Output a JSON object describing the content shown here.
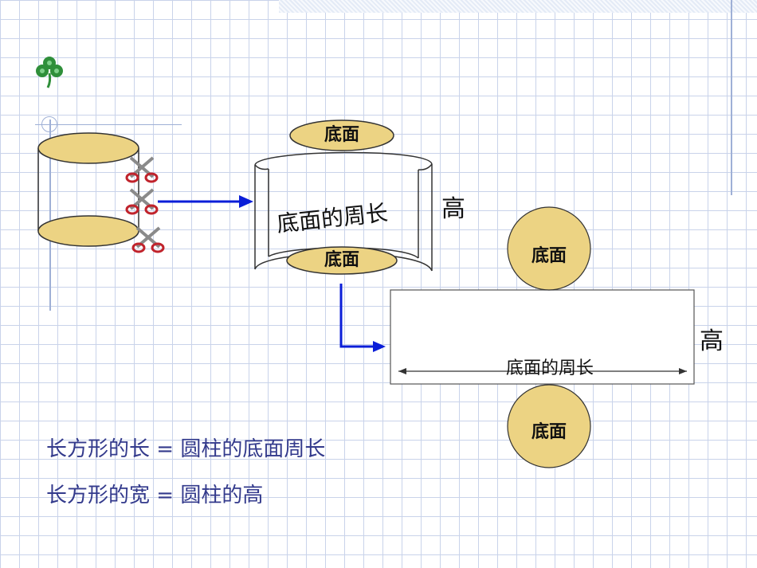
{
  "labels": {
    "top_base": "底面",
    "curved_base": "底面",
    "curved_perimeter": "底面的周长",
    "curved_height": "高",
    "rect_top_base": "底面",
    "rect_perimeter": "底面的周长",
    "rect_height": "高",
    "rect_bottom_base": "底面"
  },
  "formulas": {
    "length": "长方形的长 = 圆柱的底面周长",
    "width": "长方形的宽 = 圆柱的高"
  },
  "colors": {
    "disc_fill": "#ecd383",
    "arrow": "#0a1ed8",
    "formula_text": "#333a8c",
    "scissor_red": "#c0232c",
    "clover": "#2f8f3a"
  },
  "icons": [
    "clover-icon",
    "scissors-icon"
  ]
}
